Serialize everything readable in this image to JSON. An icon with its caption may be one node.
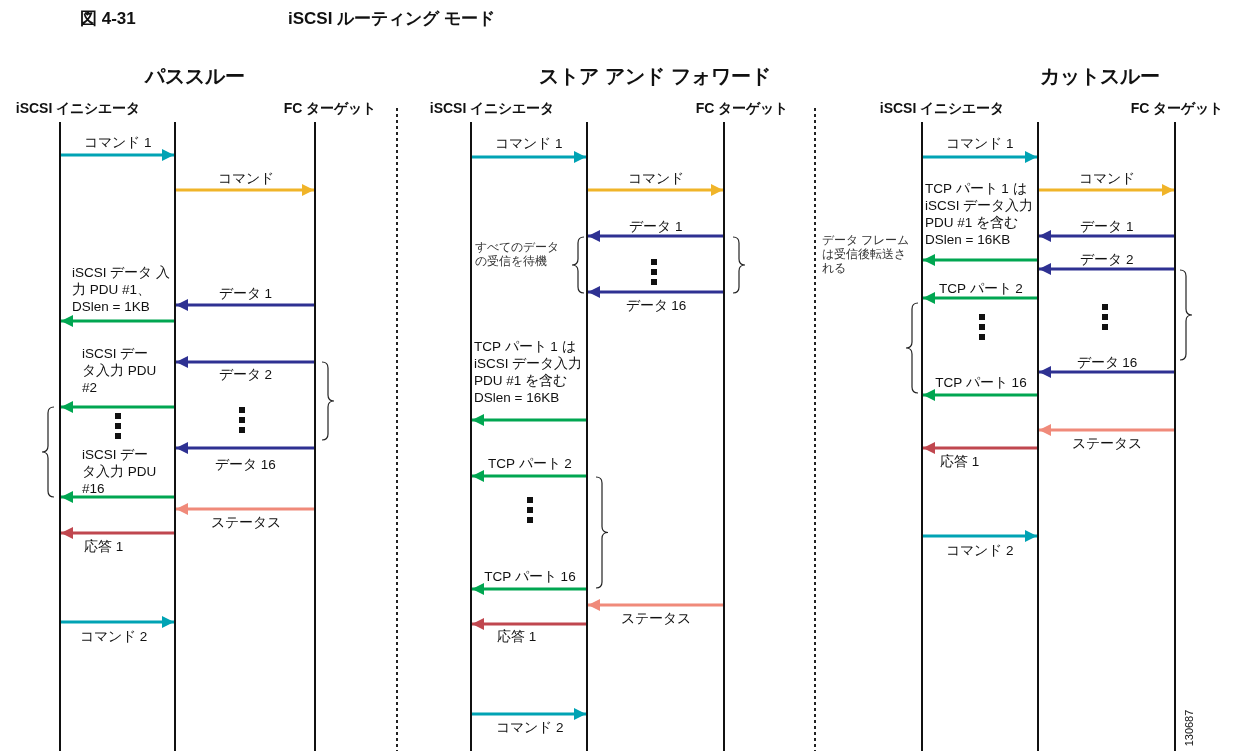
{
  "diagram": {
    "title": "iSCSI ルーティング モード",
    "nodes": [
      {
        "text": [
          "パススルー"
        ]
      },
      {
        "text": [
          "iSCSI イニシエータ"
        ],
        "in": 0
      },
      {
        "text": [],
        "shape": "bar",
        "in": 0
      },
      {
        "text": [
          "FC ターゲット"
        ],
        "in": 0
      },
      {
        "text": [
          "ストア アンド フォワード"
        ]
      },
      {
        "text": [
          "iSCSI イニシエータ"
        ],
        "in": 4
      },
      {
        "text": [],
        "shape": "bar",
        "in": 4
      },
      {
        "text": [
          "FC ターゲット"
        ],
        "in": 4
      },
      {
        "text": [
          "カットスルー"
        ]
      },
      {
        "text": [
          "iSCSI イニシエータ"
        ],
        "in": 8
      },
      {
        "text": [],
        "shape": "bar",
        "in": 8
      },
      {
        "text": [
          "FC ターゲット"
        ],
        "in": 8
      }
    ],
    "edges": [
      {
        "from": 1,
        "to": 2,
        "arrow": "to",
        "label": "コマンド 1",
        "color": "#00a3b4"
      },
      {
        "from": 2,
        "to": 3,
        "arrow": "to",
        "label": "コマンド",
        "color": "#f0b429"
      },
      {
        "from": 3,
        "to": 2,
        "arrow": "to",
        "label": "データ 1",
        "color": "#2e3192"
      },
      {
        "from": 2,
        "to": 1,
        "arrow": "to",
        "label": "iSCSI データ 入力 PDU #1、 DSlen = 1KB",
        "color": "#00a651"
      },
      {
        "from": 3,
        "to": 2,
        "arrow": "to",
        "label": "データ 2",
        "color": "#2e3192"
      },
      {
        "from": 2,
        "to": 1,
        "arrow": "to",
        "label": "iSCSI データ入力 PDU #2",
        "color": "#00a651"
      },
      {
        "from": 3,
        "to": 2,
        "arrow": "to",
        "label": "データ 16",
        "color": "#2e3192"
      },
      {
        "from": 2,
        "to": 1,
        "arrow": "to",
        "label": "iSCSI データ入力 PDU #16",
        "color": "#00a651"
      },
      {
        "from": 3,
        "to": 2,
        "arrow": "to",
        "label": "ステータス",
        "color": "#f08a7a"
      },
      {
        "from": 2,
        "to": 1,
        "arrow": "to",
        "label": "応答 1",
        "color": "#c0474f"
      },
      {
        "from": 1,
        "to": 2,
        "arrow": "to",
        "label": "コマンド 2",
        "color": "#00a3b4"
      },
      {
        "from": 5,
        "to": 6,
        "arrow": "to",
        "label": "コマンド 1",
        "color": "#00a3b4"
      },
      {
        "from": 6,
        "to": 7,
        "arrow": "to",
        "label": "コマンド",
        "color": "#f0b429"
      },
      {
        "from": 7,
        "to": 6,
        "arrow": "to",
        "label": "データ 1",
        "color": "#2e3192"
      },
      {
        "from": 7,
        "to": 6,
        "arrow": "to",
        "label": "データ 16",
        "color": "#2e3192"
      },
      {
        "from": 6,
        "to": 5,
        "arrow": "to",
        "label": "TCP パート 1 は iSCSI データ入力 PDU #1 を含む DSlen = 16KB",
        "color": "#00a651"
      },
      {
        "from": 6,
        "to": 5,
        "arrow": "to",
        "label": "TCP パート 2",
        "color": "#00a651"
      },
      {
        "from": 6,
        "to": 5,
        "arrow": "to",
        "label": "TCP パート 16",
        "color": "#00a651"
      },
      {
        "from": 7,
        "to": 6,
        "arrow": "to",
        "label": "ステータス",
        "color": "#f08a7a"
      },
      {
        "from": 6,
        "to": 5,
        "arrow": "to",
        "label": "応答 1",
        "color": "#c0474f"
      },
      {
        "from": 5,
        "to": 6,
        "arrow": "to",
        "label": "コマンド 2",
        "color": "#00a3b4"
      },
      {
        "from": 9,
        "to": 10,
        "arrow": "to",
        "label": "コマンド 1",
        "color": "#00a3b4"
      },
      {
        "from": 10,
        "to": 11,
        "arrow": "to",
        "label": "コマンド",
        "color": "#f0b429"
      },
      {
        "from": 11,
        "to": 10,
        "arrow": "to",
        "label": "データ 1",
        "color": "#2e3192"
      },
      {
        "from": 10,
        "to": 9,
        "arrow": "to",
        "label": "TCP パート 1 は iSCSI データ入力 PDU #1 を含む DSlen = 16KB",
        "color": "#00a651"
      },
      {
        "from": 11,
        "to": 10,
        "arrow": "to",
        "label": "データ 2",
        "color": "#2e3192"
      },
      {
        "from": 10,
        "to": 9,
        "arrow": "to",
        "label": "TCP パート 2",
        "color": "#00a651"
      },
      {
        "from": 11,
        "to": 10,
        "arrow": "to",
        "label": "データ 16",
        "color": "#2e3192"
      },
      {
        "from": 10,
        "to": 9,
        "arrow": "to",
        "label": "TCP パート 16",
        "color": "#00a651"
      },
      {
        "from": 11,
        "to": 10,
        "arrow": "to",
        "label": "ステータス",
        "color": "#f08a7a"
      },
      {
        "from": 10,
        "to": 9,
        "arrow": "to",
        "label": "応答 1",
        "color": "#c0474f"
      },
      {
        "from": 9,
        "to": 10,
        "arrow": "to",
        "label": "コマンド 2",
        "color": "#00a3b4"
      }
    ],
    "labels": [
      "図 4-31",
      "すべてのデータの受信を待機",
      "データ フレームは受信後転送される",
      "130687"
    ]
  }
}
